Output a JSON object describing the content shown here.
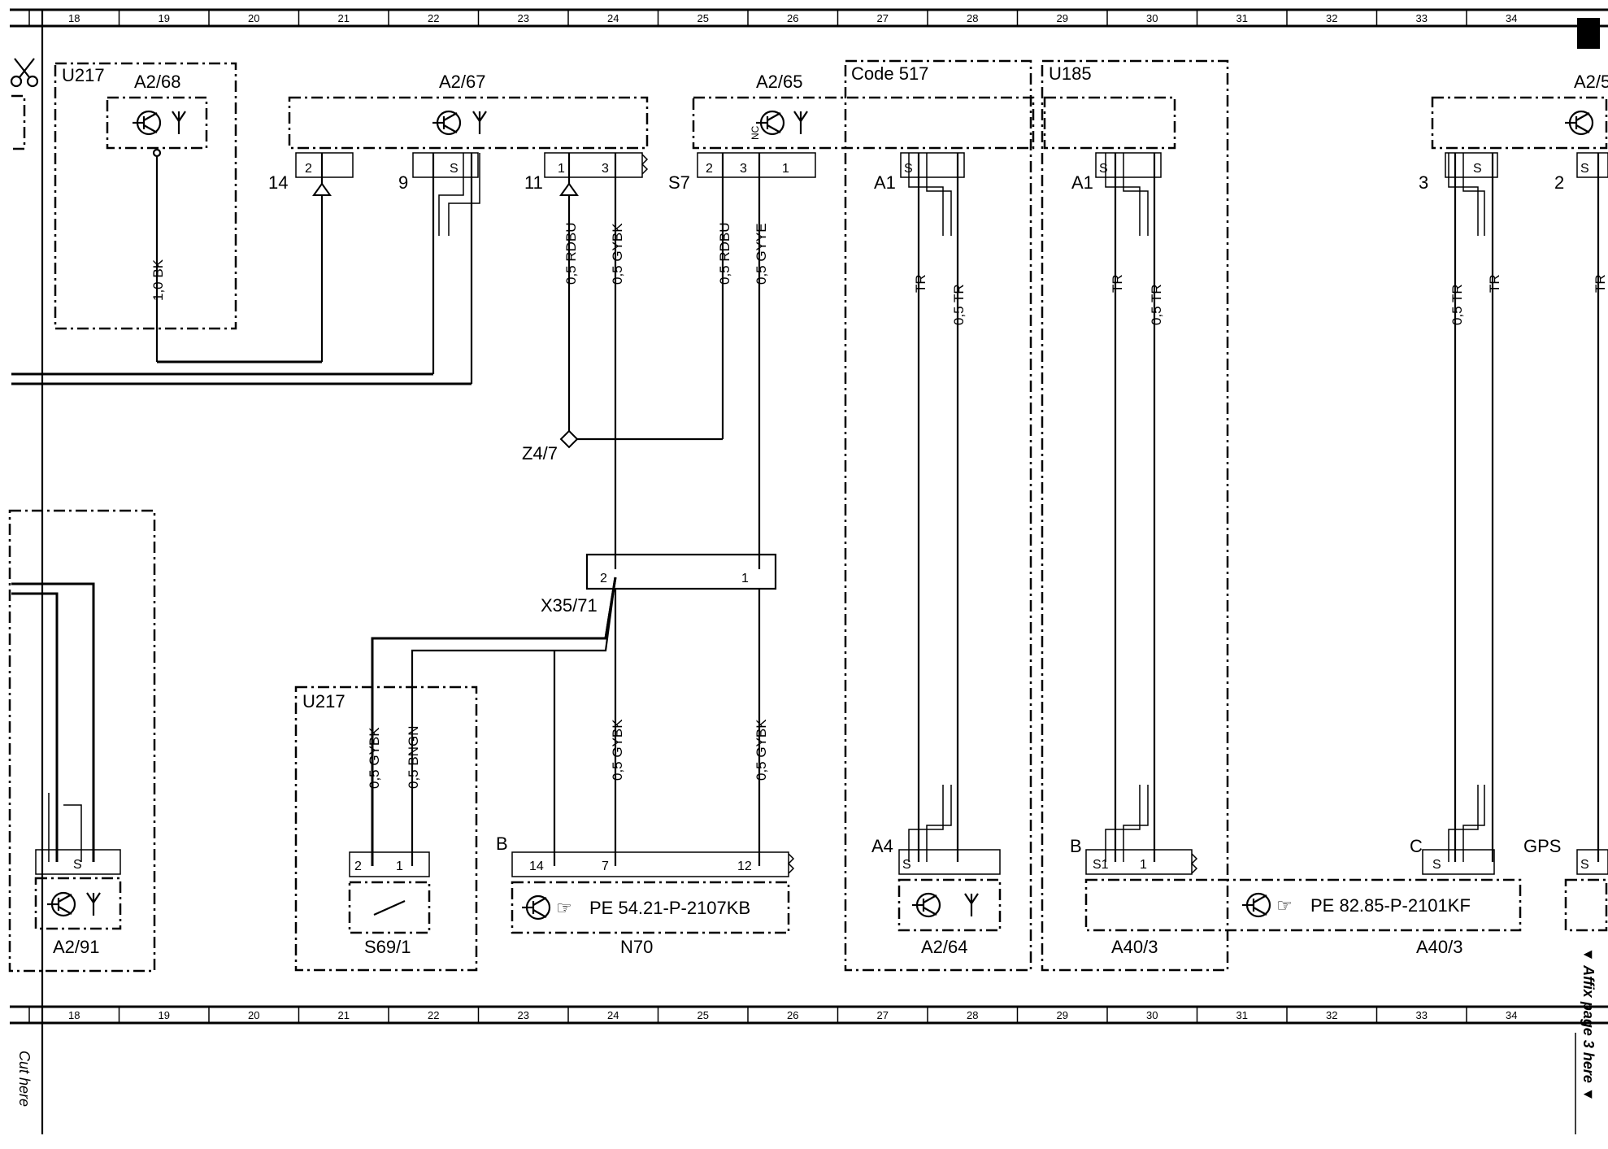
{
  "grid_numbers": [
    "18",
    "19",
    "20",
    "21",
    "22",
    "23",
    "24",
    "25",
    "26",
    "27",
    "28",
    "29",
    "30",
    "31",
    "32",
    "33",
    "34"
  ],
  "components": {
    "a2_68": "A2/68",
    "a2_67": "A2/67",
    "a2_65": "A2/65",
    "a2_5": "A2/5",
    "a2_91": "A2/91",
    "a2_64": "A2/64",
    "s69_1": "S69/1",
    "n70": "N70",
    "a40_3_left": "A40/3",
    "a40_3_right": "A40/3",
    "x35_71": "X35/71",
    "z4_7": "Z4/7"
  },
  "groups": {
    "u217_top": "U217",
    "u217_bottom": "U217",
    "code517": "Code 517",
    "u185": "U185"
  },
  "pins": {
    "p14": "14",
    "p9": "9",
    "p11": "11",
    "s7": "S7",
    "a1_left": "A1",
    "a1_right": "A1",
    "p3": "3",
    "p2_right": "2",
    "a4": "A4",
    "b_n70": "B",
    "b_a40": "B",
    "c": "C",
    "gps": "GPS",
    "pin2": "2",
    "pin1": "1",
    "pin3": "3",
    "pinS": "S",
    "pinS1": "S1",
    "pin7": "7",
    "pin12": "12",
    "pinNC": "NC"
  },
  "wires": {
    "w_1_0_bk": "1,0 BK",
    "w_0_5_rdbu_a": "0,5 RDBU",
    "w_0_5_gybk_a": "0,5 GYBK",
    "w_0_5_rdbu_b": "0,5 RDBU",
    "w_0_5_gyye": "0,5 GYYE",
    "w_tr_1": "TR",
    "w_0_5_tr_1": "0,5 TR",
    "w_tr_2": "TR",
    "w_0_5_tr_2": "0,5 TR",
    "w_0_5_tr_3": "0,5 TR",
    "w_tr_3": "TR",
    "w_tr_4": "TR",
    "w_0_5_gybk_b": "0,5 GYBK",
    "w_0_5_bngn": "0,5 BNGN",
    "w_0_5_gybk_c": "0,5 GYBK",
    "w_0_5_gybk_d": "0,5 GYBK"
  },
  "references": {
    "pe_n70": "PE 54.21-P-2107KB",
    "pe_a40": "PE 82.85-P-2101KF"
  },
  "margin_notes": {
    "affix": "▼ Affix page 3 here ▼",
    "cut": "Cut here"
  }
}
